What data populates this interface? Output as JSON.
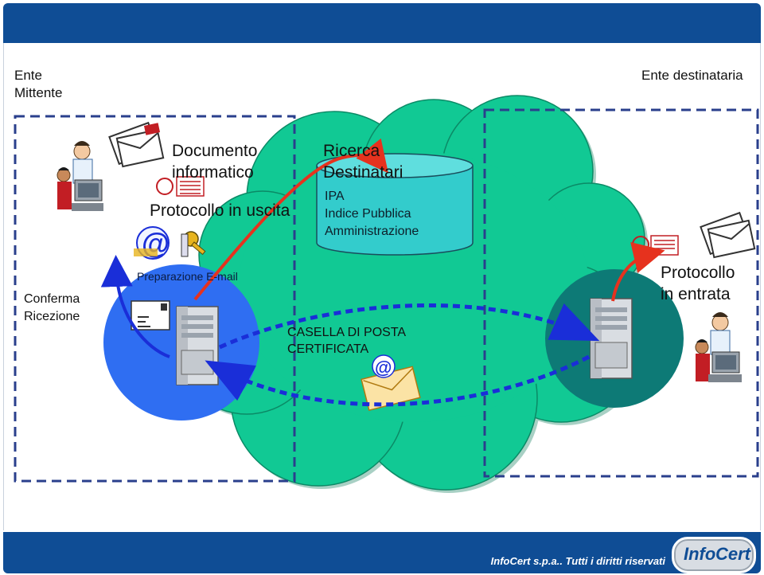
{
  "labels": {
    "sender": "Ente\nMittente",
    "recipient": "Ente destinataria",
    "document": "Documento\ninformatico",
    "outgoing_protocol": "Protocollo in uscita",
    "search_recipients": "Ricerca\nDestinatari",
    "ipa": "IPA\nIndice Pubblica\nAmministrazione",
    "receipt_confirmation": "Conferma\nRicezione",
    "email_preparation": "Preparazione E-mail",
    "certified_mailbox": "CASELLA DI POSTA\nCERTIFICATA",
    "incoming_protocol": "Protocollo\nin entrata"
  },
  "footer": {
    "copyright": "InfoCert s.p.a.. Tutti i diritti riservati",
    "logo_info": "Info",
    "logo_cert": "Cert"
  },
  "colors": {
    "header_bar": "#0f4d95",
    "cloud": "#11c994",
    "sender_circle": "#2f6ef2",
    "recipient_circle": "#0d7a76",
    "database": "#33cccc",
    "dashed_border": "#2a3f8c",
    "arrow_red": "#e6321e",
    "arrow_blue": "#1a2ed8"
  }
}
